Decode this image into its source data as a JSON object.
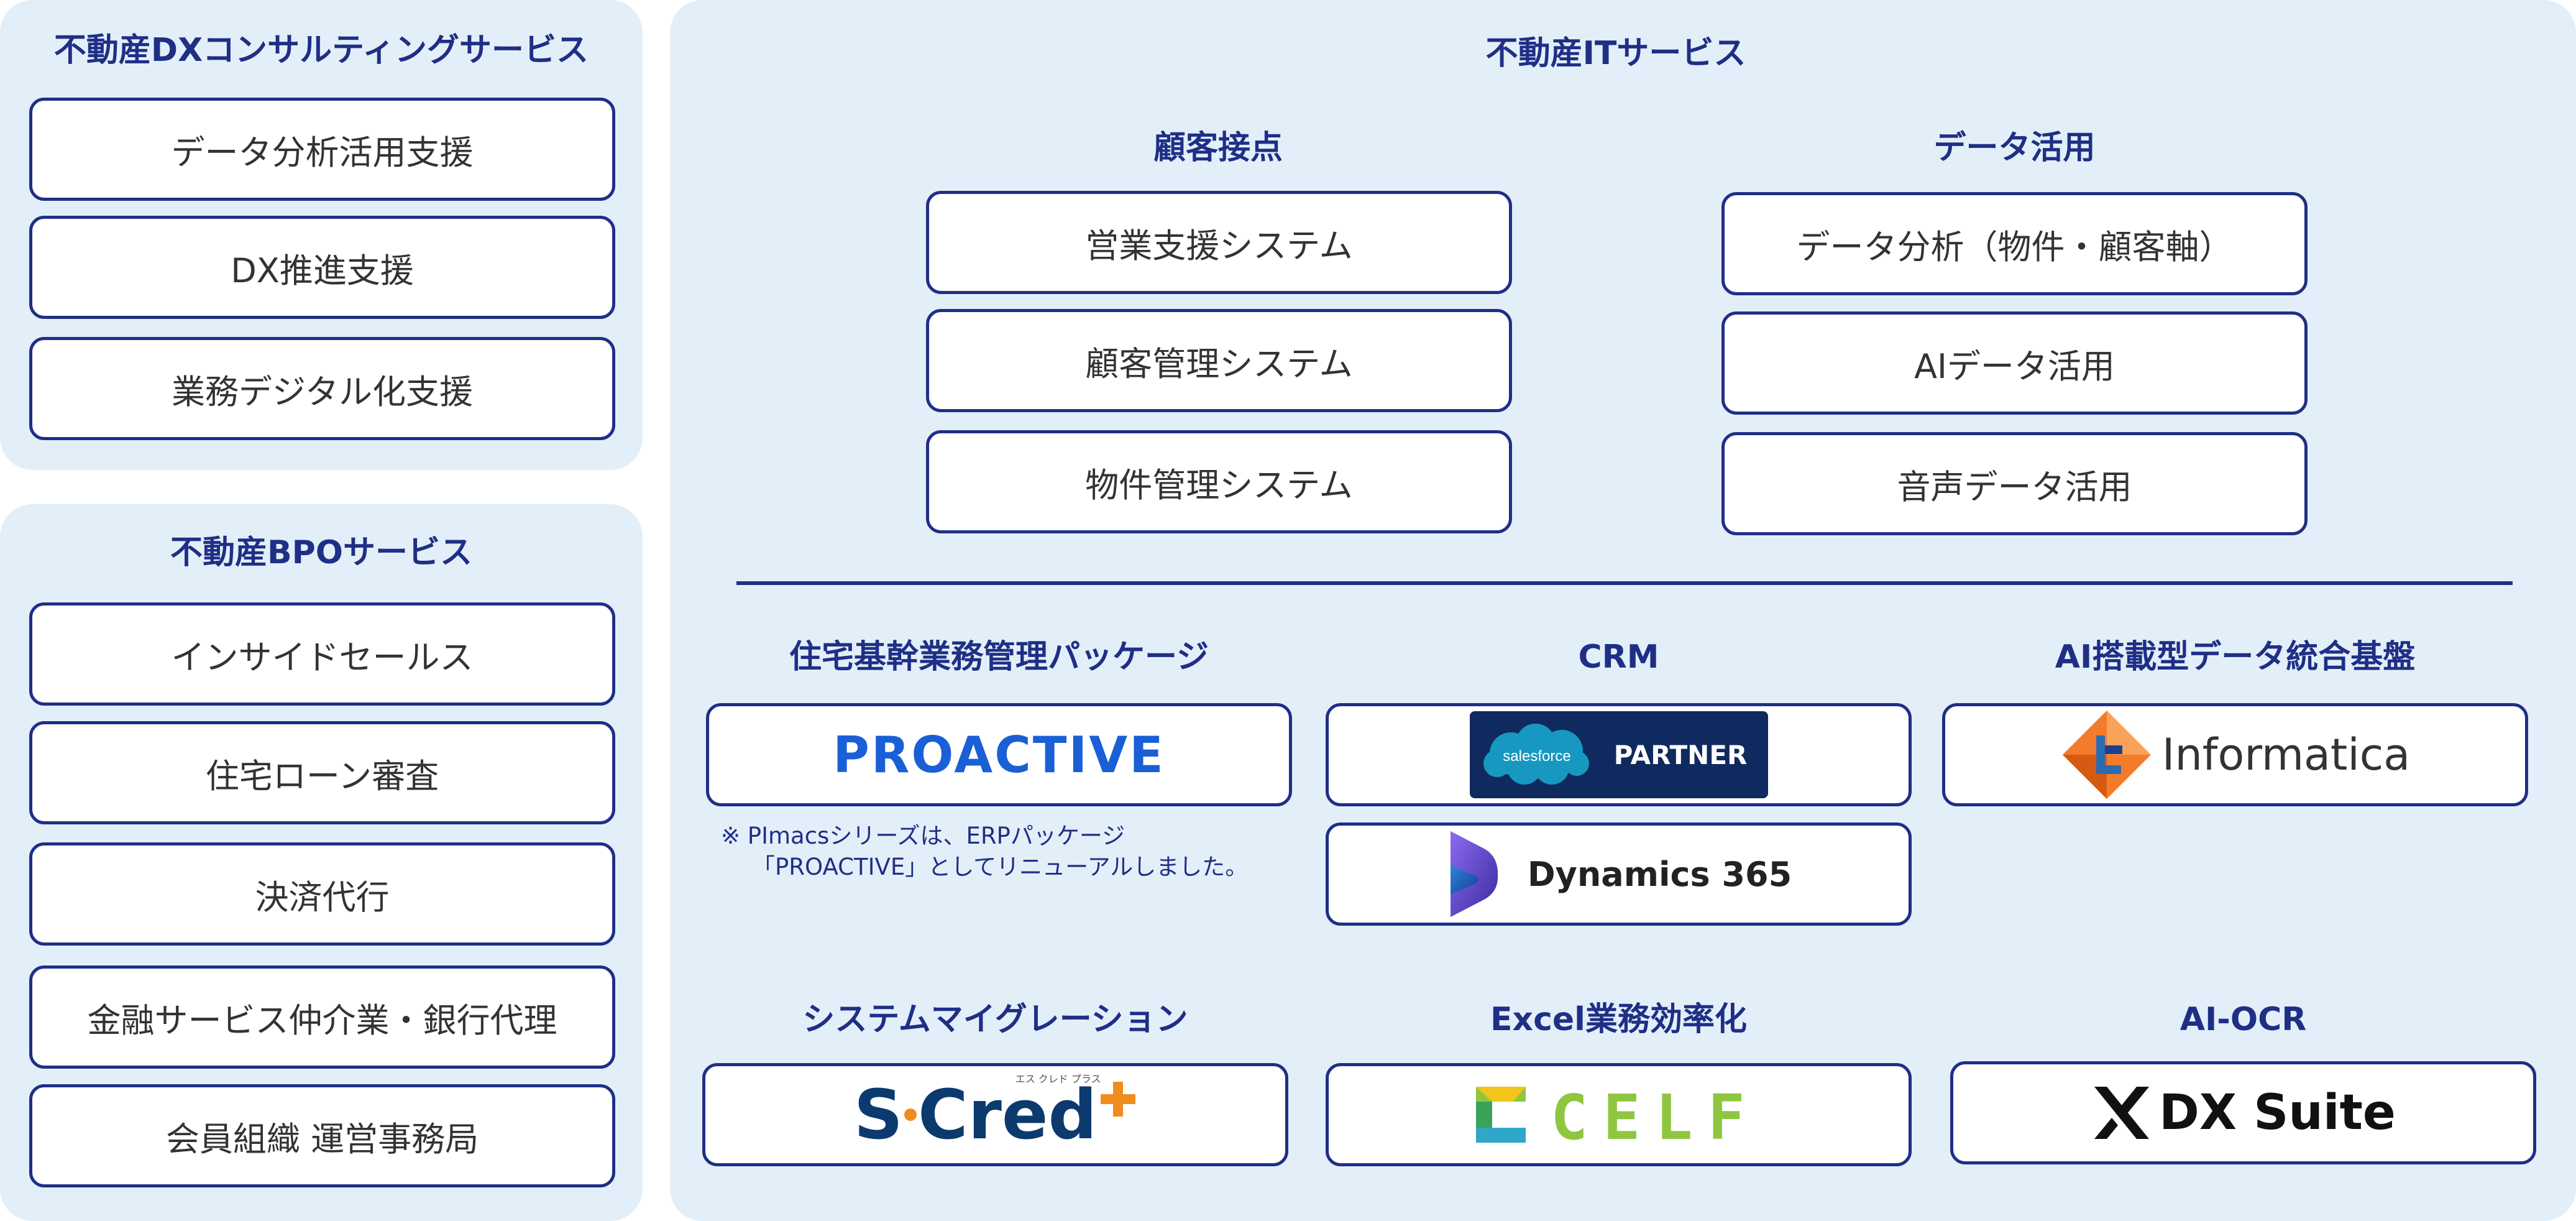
{
  "dx_panel": {
    "title": "不動産DXコンサルティングサービス",
    "items": [
      "データ分析活用支援",
      "DX推進支援",
      "業務デジタル化支援"
    ]
  },
  "bpo_panel": {
    "title": "不動産BPOサービス",
    "items": [
      "インサイドセールス",
      "住宅ローン審査",
      "決済代行",
      "金融サービス仲介業・銀行代理",
      "会員組織 運営事務局"
    ]
  },
  "it_panel": {
    "title": "不動産ITサービス",
    "customer_contact": {
      "title": "顧客接点",
      "items": [
        "営業支援システム",
        "顧客管理システム",
        "物件管理システム"
      ]
    },
    "data_use": {
      "title": "データ活用",
      "items": [
        "データ分析（物件・顧客軸）",
        "AIデータ活用",
        "音声データ活用"
      ]
    },
    "package": {
      "title": "住宅基幹業務管理パッケージ",
      "logo": "PROACTIVE",
      "note_line1": "※ PImacsシリーズは、ERPパッケージ",
      "note_line2": "「PROACTIVE」としてリニューアルしました。"
    },
    "crm": {
      "title": "CRM",
      "salesforce_cloud": "salesforce",
      "salesforce_partner": "PARTNER",
      "dynamics": "Dynamics 365"
    },
    "ai_platform": {
      "title": "AI搭載型データ統合基盤",
      "logo": "Informatica"
    },
    "migration": {
      "title": "システムマイグレーション",
      "logo_s": "S",
      "logo_cred": "Cred",
      "logo_ruby": "エス クレド プラス"
    },
    "excel": {
      "title": "Excel業務効率化",
      "logo": "CELF"
    },
    "ocr": {
      "title": "AI-OCR",
      "logo": "DX Suite"
    }
  },
  "colors": {
    "navy": "#1f2f86",
    "panel_bg": "#e3eff8",
    "proactive_blue": "#1a5fd6",
    "scred_navy": "#0b3a6e",
    "scred_orange": "#f08c1e",
    "informatica_orange": "#f47b2a",
    "salesforce_blue": "#0f2a5e",
    "salesforce_cloud": "#1798c1",
    "dynamics_purple": "#4b3bbf"
  }
}
